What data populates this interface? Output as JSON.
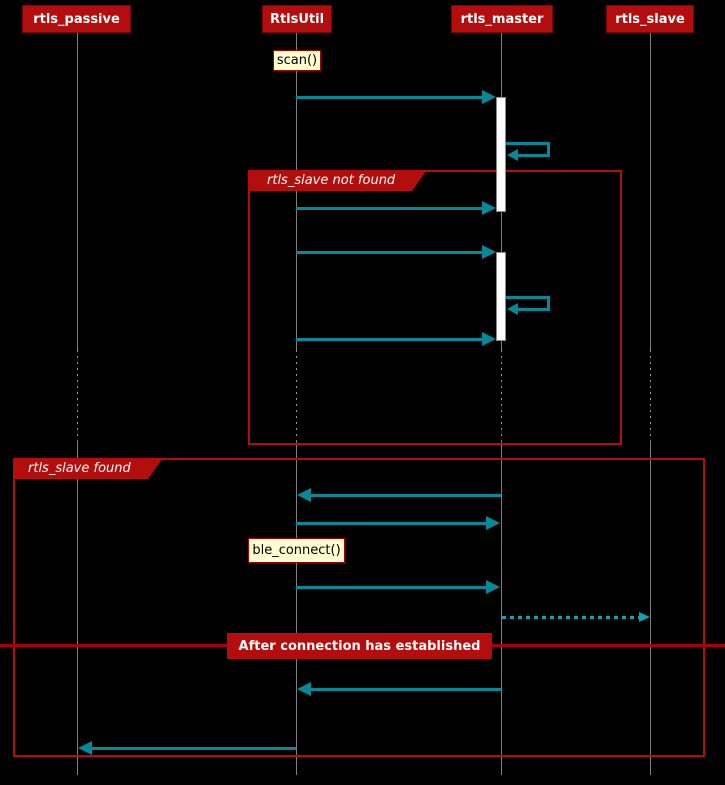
{
  "diagram": {
    "kind": "plantuml-sequence-diagram",
    "background_color": "#000000",
    "colors": {
      "participant_fill": "#b30d0d",
      "participant_text": "#ffffff",
      "frame_border": "#b30d0d",
      "frame_label_fill": "#b30d0d",
      "frame_label_text": "#ffffff",
      "arrow": "#038a9a",
      "lifeline": "#7f7f7f",
      "activation_fill": "#ffffff",
      "note_fill": "#fefece",
      "note_border": "#a80000",
      "note_text": "#000000",
      "divider_fill": "#b30d0d",
      "divider_text": "#ffffff"
    }
  },
  "participants": [
    {
      "label": "rtls_passive"
    },
    {
      "label": "RtlsUtil"
    },
    {
      "label": "rtls_master"
    },
    {
      "label": "rtls_slave"
    }
  ],
  "notes": [
    {
      "label": "scan()",
      "over": "RtlsUtil"
    },
    {
      "label": "ble_connect()",
      "over": "RtlsUtil"
    }
  ],
  "frames": [
    {
      "label": "rtls_slave not found"
    },
    {
      "label": "rtls_slave found"
    }
  ],
  "divider": {
    "label": "After connection has established"
  },
  "messages": [
    {
      "from": "RtlsUtil",
      "to": "rtls_master",
      "style": "solid",
      "note": "starts activation"
    },
    {
      "from": "rtls_master",
      "to": "rtls_master",
      "style": "solid",
      "note": "self message"
    },
    {
      "from": "RtlsUtil",
      "to": "rtls_master",
      "style": "solid",
      "frame": "rtls_slave not found"
    },
    {
      "from": "RtlsUtil",
      "to": "rtls_master",
      "style": "solid",
      "frame": "rtls_slave not found",
      "note": "starts activation"
    },
    {
      "from": "rtls_master",
      "to": "rtls_master",
      "style": "solid",
      "frame": "rtls_slave not found",
      "note": "self message"
    },
    {
      "from": "RtlsUtil",
      "to": "rtls_master",
      "style": "solid",
      "frame": "rtls_slave not found"
    },
    {
      "from": "rtls_master",
      "to": "RtlsUtil",
      "style": "solid",
      "frame": "rtls_slave found"
    },
    {
      "from": "RtlsUtil",
      "to": "rtls_master",
      "style": "solid",
      "frame": "rtls_slave found"
    },
    {
      "from": "RtlsUtil",
      "to": "rtls_master",
      "style": "solid",
      "frame": "rtls_slave found"
    },
    {
      "from": "rtls_master",
      "to": "rtls_slave",
      "style": "dashed",
      "frame": "rtls_slave found"
    },
    {
      "from": "rtls_master",
      "to": "RtlsUtil",
      "style": "solid",
      "frame": "rtls_slave found"
    },
    {
      "from": "RtlsUtil",
      "to": "rtls_passive",
      "style": "solid",
      "frame": "rtls_slave found"
    }
  ]
}
